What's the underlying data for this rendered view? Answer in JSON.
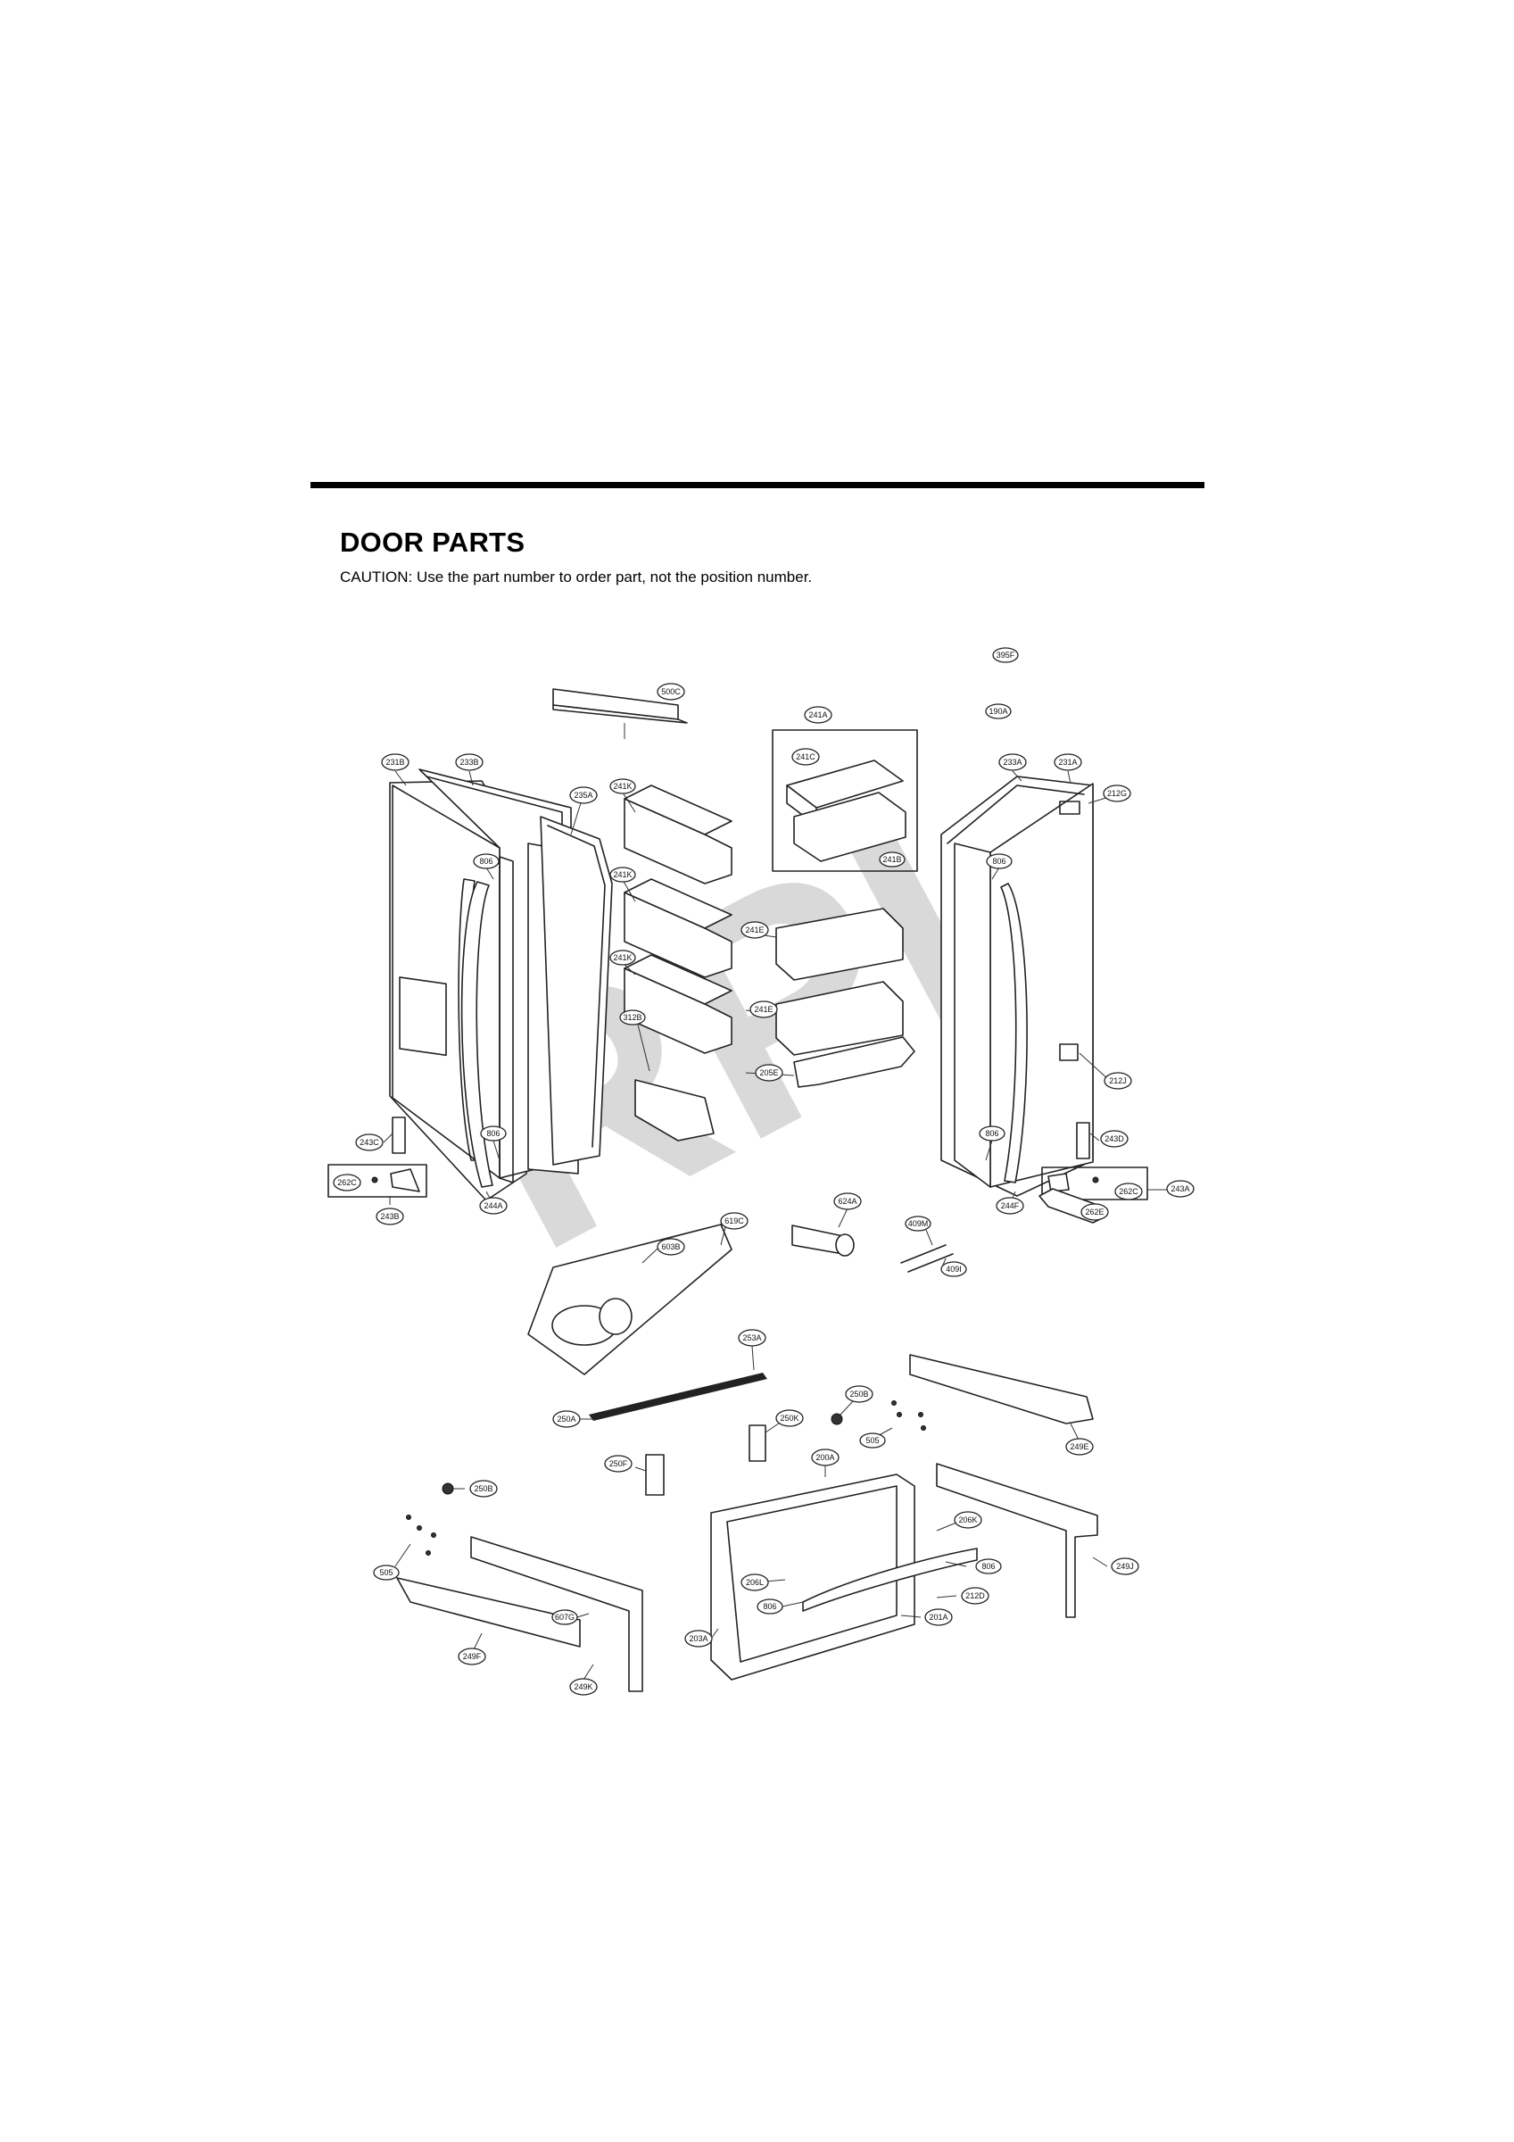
{
  "header": {
    "title": "DOOR PARTS",
    "caution": "CAUTION: Use the part number to order part, not the position number."
  },
  "watermark": "RPI",
  "callouts": [
    {
      "id": "c395F",
      "label": "395F"
    },
    {
      "id": "c500C",
      "label": "500C"
    },
    {
      "id": "c241A",
      "label": "241A"
    },
    {
      "id": "c190A",
      "label": "190A"
    },
    {
      "id": "c231B",
      "label": "231B"
    },
    {
      "id": "c233B",
      "label": "233B"
    },
    {
      "id": "c241C",
      "label": "241C"
    },
    {
      "id": "c233A",
      "label": "233A"
    },
    {
      "id": "c231A",
      "label": "231A"
    },
    {
      "id": "c241K1",
      "label": "241K"
    },
    {
      "id": "c235A",
      "label": "235A"
    },
    {
      "id": "c212G",
      "label": "212G"
    },
    {
      "id": "c241B",
      "label": "241B"
    },
    {
      "id": "c806a",
      "label": "806"
    },
    {
      "id": "c806b",
      "label": "806"
    },
    {
      "id": "c241K2",
      "label": "241K"
    },
    {
      "id": "c241E1",
      "label": "241E"
    },
    {
      "id": "c241K3",
      "label": "241K"
    },
    {
      "id": "c241E2",
      "label": "241E"
    },
    {
      "id": "c312B",
      "label": "312B"
    },
    {
      "id": "c205E",
      "label": "205E"
    },
    {
      "id": "c212J",
      "label": "212J"
    },
    {
      "id": "c243C",
      "label": "243C"
    },
    {
      "id": "c806c",
      "label": "806"
    },
    {
      "id": "c806d",
      "label": "806"
    },
    {
      "id": "c243D",
      "label": "243D"
    },
    {
      "id": "c262C1",
      "label": "262C"
    },
    {
      "id": "c262C2",
      "label": "262C"
    },
    {
      "id": "c243A",
      "label": "243A"
    },
    {
      "id": "c243B",
      "label": "243B"
    },
    {
      "id": "c244A",
      "label": "244A"
    },
    {
      "id": "c244F",
      "label": "244F"
    },
    {
      "id": "c262E",
      "label": "262E"
    },
    {
      "id": "c619C",
      "label": "619C"
    },
    {
      "id": "c624A",
      "label": "624A"
    },
    {
      "id": "c409M",
      "label": "409M"
    },
    {
      "id": "c603B",
      "label": "603B"
    },
    {
      "id": "c409I",
      "label": "409I"
    },
    {
      "id": "c253A",
      "label": "253A"
    },
    {
      "id": "c250B1",
      "label": "250B"
    },
    {
      "id": "c250A",
      "label": "250A"
    },
    {
      "id": "c250K",
      "label": "250K"
    },
    {
      "id": "c505a",
      "label": "505"
    },
    {
      "id": "c249E",
      "label": "249E"
    },
    {
      "id": "c250F",
      "label": "250F"
    },
    {
      "id": "c200A",
      "label": "200A"
    },
    {
      "id": "c250B2",
      "label": "250B"
    },
    {
      "id": "c206K",
      "label": "206K"
    },
    {
      "id": "c806e",
      "label": "806"
    },
    {
      "id": "c249J",
      "label": "249J"
    },
    {
      "id": "c505b",
      "label": "505"
    },
    {
      "id": "c206L",
      "label": "206L"
    },
    {
      "id": "c212D",
      "label": "212D"
    },
    {
      "id": "c806f",
      "label": "806"
    },
    {
      "id": "c201A",
      "label": "201A"
    },
    {
      "id": "c607G",
      "label": "607G"
    },
    {
      "id": "c203A",
      "label": "203A"
    },
    {
      "id": "c249F",
      "label": "249F"
    },
    {
      "id": "c249K",
      "label": "249K"
    }
  ]
}
